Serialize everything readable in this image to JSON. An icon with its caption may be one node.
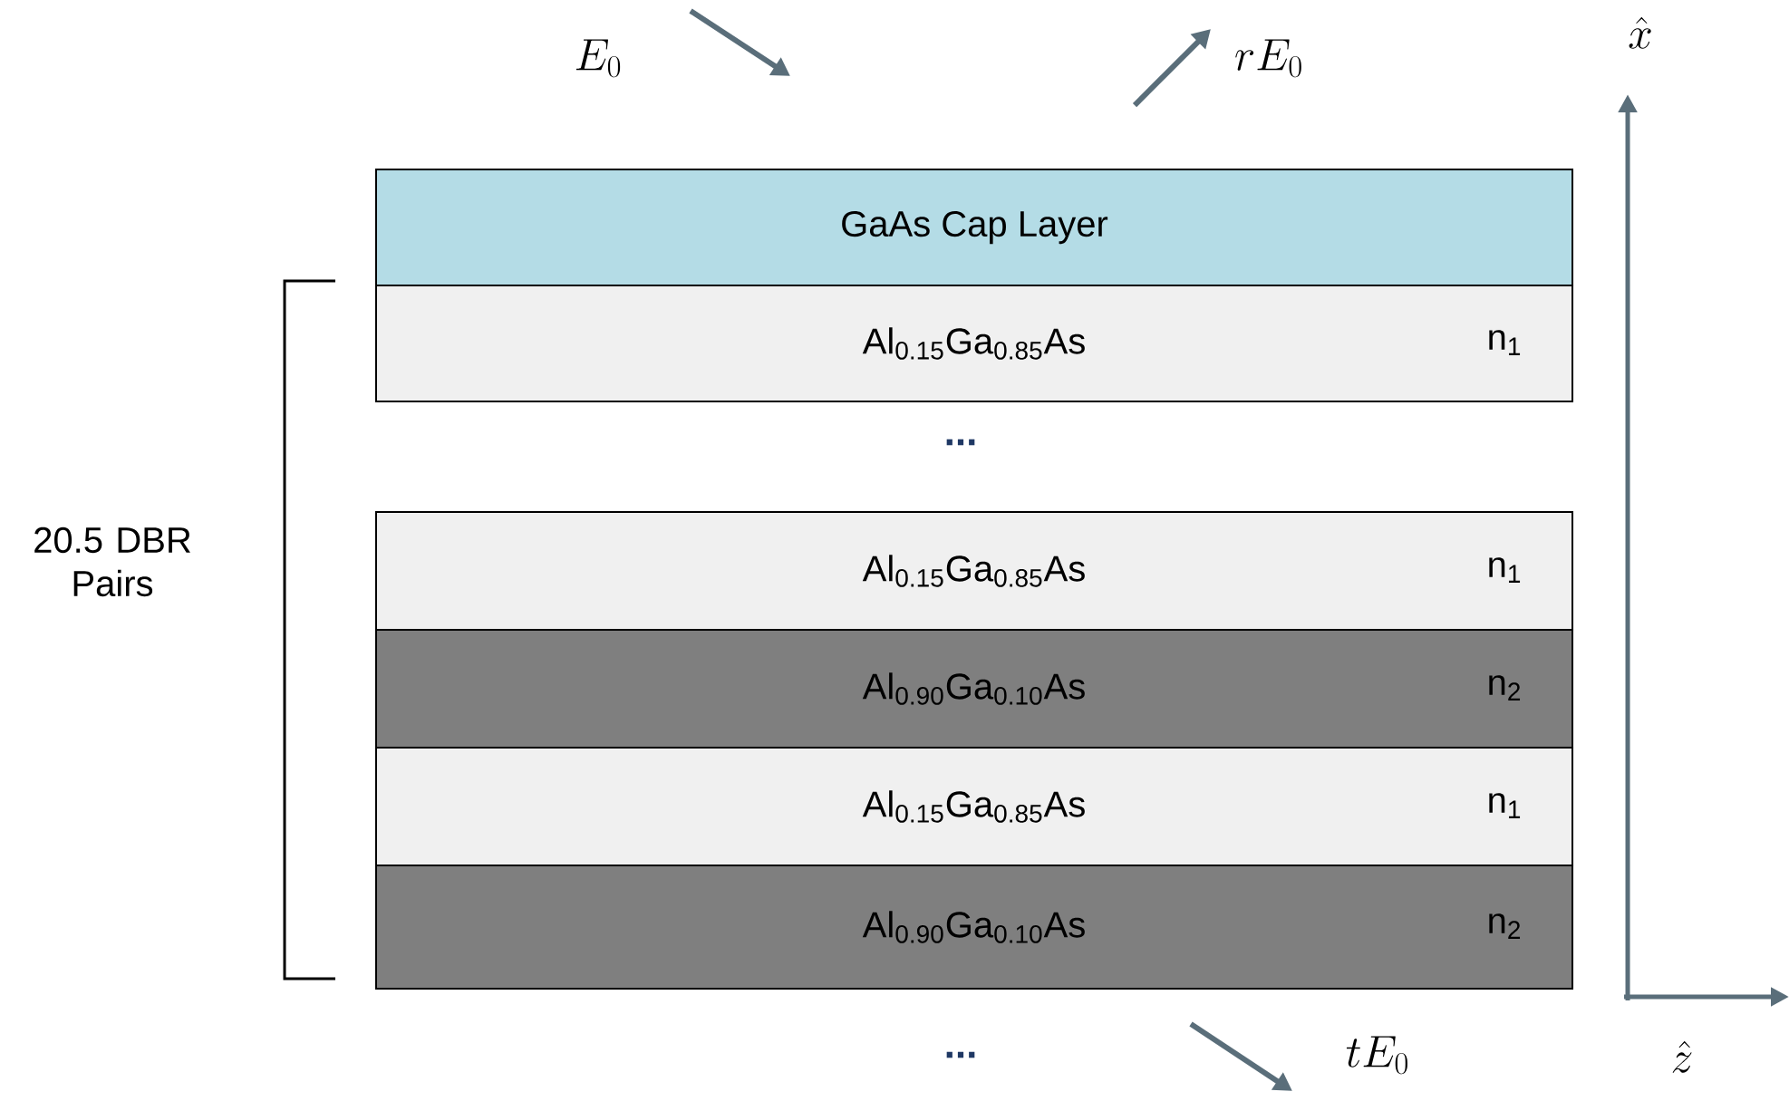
{
  "diagram": {
    "nodes": [
      {
        "text": [
          "GaAs Cap Layer"
        ]
      },
      {
        "text": [
          "Al$_{0.15}$Ga$_{0.85}$As",
          "n$_{1}$"
        ]
      },
      {
        "text": [
          "Al$_{0.15}$Ga$_{0.85}$As",
          "n$_{1}$"
        ]
      },
      {
        "text": [
          "Al$_{0.90}$Ga$_{0.10}$As",
          "n$_{2}$"
        ]
      },
      {
        "text": [
          "Al$_{0.15}$Ga$_{0.85}$As",
          "n$_{1}$"
        ]
      },
      {
        "text": [
          "Al$_{0.90}$Ga$_{0.10}$As",
          "n$_{2}$"
        ]
      }
    ],
    "labels": [
      "E_0",
      "rE_0",
      "\\hat{x}",
      "...",
      "20.5 DBR Pairs",
      "...",
      "tE_0",
      "\\hat{z}"
    ]
  }
}
